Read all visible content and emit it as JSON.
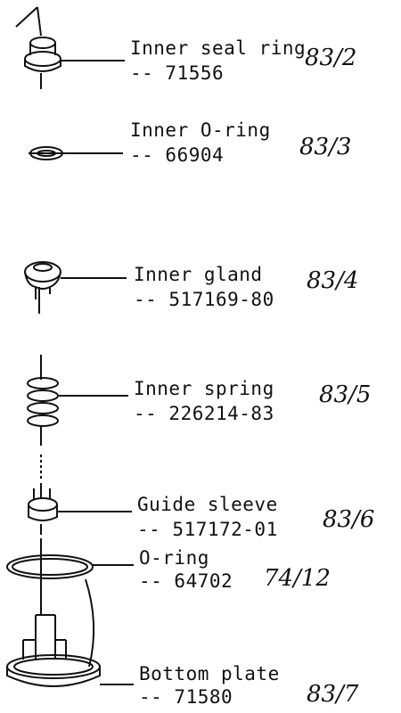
{
  "parts": [
    {
      "name": "Inner seal ring",
      "part_number": "-- 71556",
      "handwritten": "83/2"
    },
    {
      "name": "Inner O-ring",
      "part_number": "-- 66904",
      "handwritten": "83/3"
    },
    {
      "name": "Inner gland",
      "part_number": "-- 517169-80",
      "handwritten": "83/4"
    },
    {
      "name": "Inner spring",
      "part_number": "-- 226214-83",
      "handwritten": "83/5"
    },
    {
      "name": "Guide sleeve",
      "part_number": "-- 517172-01",
      "handwritten": "83/6"
    },
    {
      "name": "O-ring",
      "part_number": "-- 64702",
      "handwritten": "74/12"
    },
    {
      "name": "Bottom plate",
      "part_number": "-- 71580",
      "handwritten": "83/7"
    }
  ],
  "colors": {
    "ink": "#111111",
    "background": "#ffffff"
  }
}
